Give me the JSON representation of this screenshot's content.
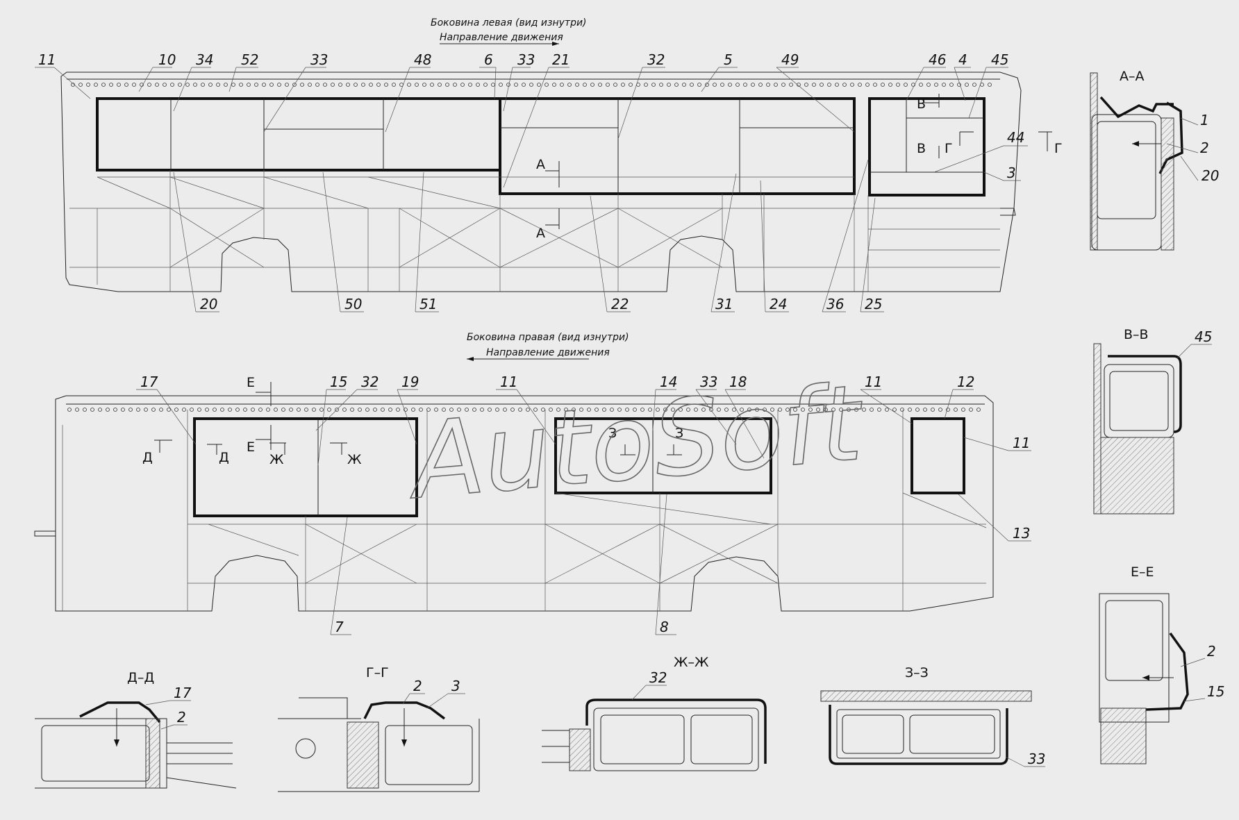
{
  "watermark": "AutoSoft",
  "left_side": {
    "caption": "Боковина левая (вид изнутри)",
    "direction": "Направление движения",
    "top_callouts": [
      "11",
      "10",
      "34",
      "52",
      "33",
      "48",
      "6",
      "33",
      "21",
      "32",
      "5",
      "49",
      "46",
      "4",
      "45"
    ],
    "right_callouts": [
      "44",
      "3"
    ],
    "bottom_callouts": [
      "20",
      "50",
      "51",
      "22",
      "31",
      "24",
      "36",
      "25"
    ],
    "section_marks": [
      "А",
      "А",
      "В",
      "В",
      "Г",
      "Г"
    ]
  },
  "right_side": {
    "caption": "Боковина правая (вид изнутри)",
    "direction": "Направление движения",
    "top_callouts": [
      "17",
      "15",
      "32",
      "19",
      "11",
      "14",
      "33",
      "18",
      "11",
      "12"
    ],
    "right_callouts": [
      "11",
      "13"
    ],
    "bottom_callouts": [
      "7",
      "8"
    ],
    "section_marks": [
      "Е",
      "Е",
      "Д",
      "Д",
      "Ж",
      "Ж",
      "З",
      "З"
    ]
  },
  "sections": {
    "aa": {
      "title": "А–А",
      "callouts": [
        "1",
        "2",
        "20"
      ]
    },
    "bb": {
      "title": "В–В",
      "callouts": [
        "45"
      ]
    },
    "ee": {
      "title": "Е–Е",
      "callouts": [
        "2",
        "15"
      ]
    },
    "dd": {
      "title": "Д–Д",
      "callouts": [
        "17",
        "2"
      ]
    },
    "gg": {
      "title": "Г–Г",
      "callouts": [
        "2",
        "3"
      ]
    },
    "zhzh": {
      "title": "Ж–Ж",
      "callouts": [
        "32"
      ]
    },
    "zz": {
      "title": "З–З",
      "callouts": [
        "33"
      ]
    }
  }
}
